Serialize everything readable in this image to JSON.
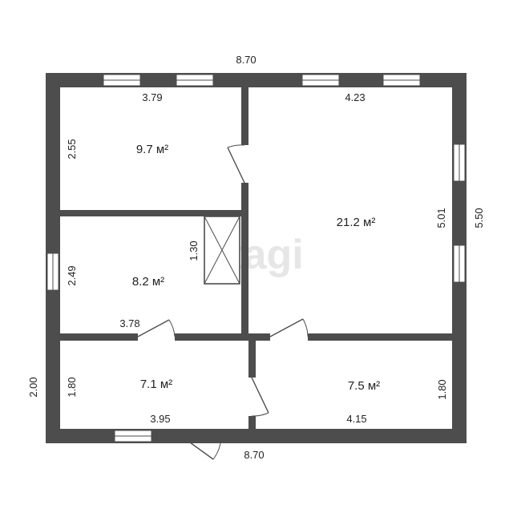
{
  "watermark": "etagi",
  "areas": {
    "room_top_left": "9.7 м²",
    "room_main": "21.2 м²",
    "room_mid_left": "8.2 м²",
    "room_bottom_left": "7.1 м²",
    "room_bottom_right": "7.5 м²"
  },
  "dimensions": {
    "top_total": "8.70",
    "bottom_total": "8.70",
    "right_total": "5.50",
    "left_lower": "2.00",
    "top_left_width": "3.79",
    "top_right_width": "4.23",
    "top_left_height": "2.55",
    "main_height": "5.01",
    "stair_height": "1.30",
    "mid_left_height": "2.49",
    "mid_left_width": "3.78",
    "bottom_left_height": "1.80",
    "bottom_left_width": "3.95",
    "bottom_right_width": "4.15",
    "bottom_right_height": "1.80"
  },
  "colors": {
    "wall": "#4d4d4d",
    "background": "#ffffff",
    "watermark": "#e6e6e6"
  }
}
